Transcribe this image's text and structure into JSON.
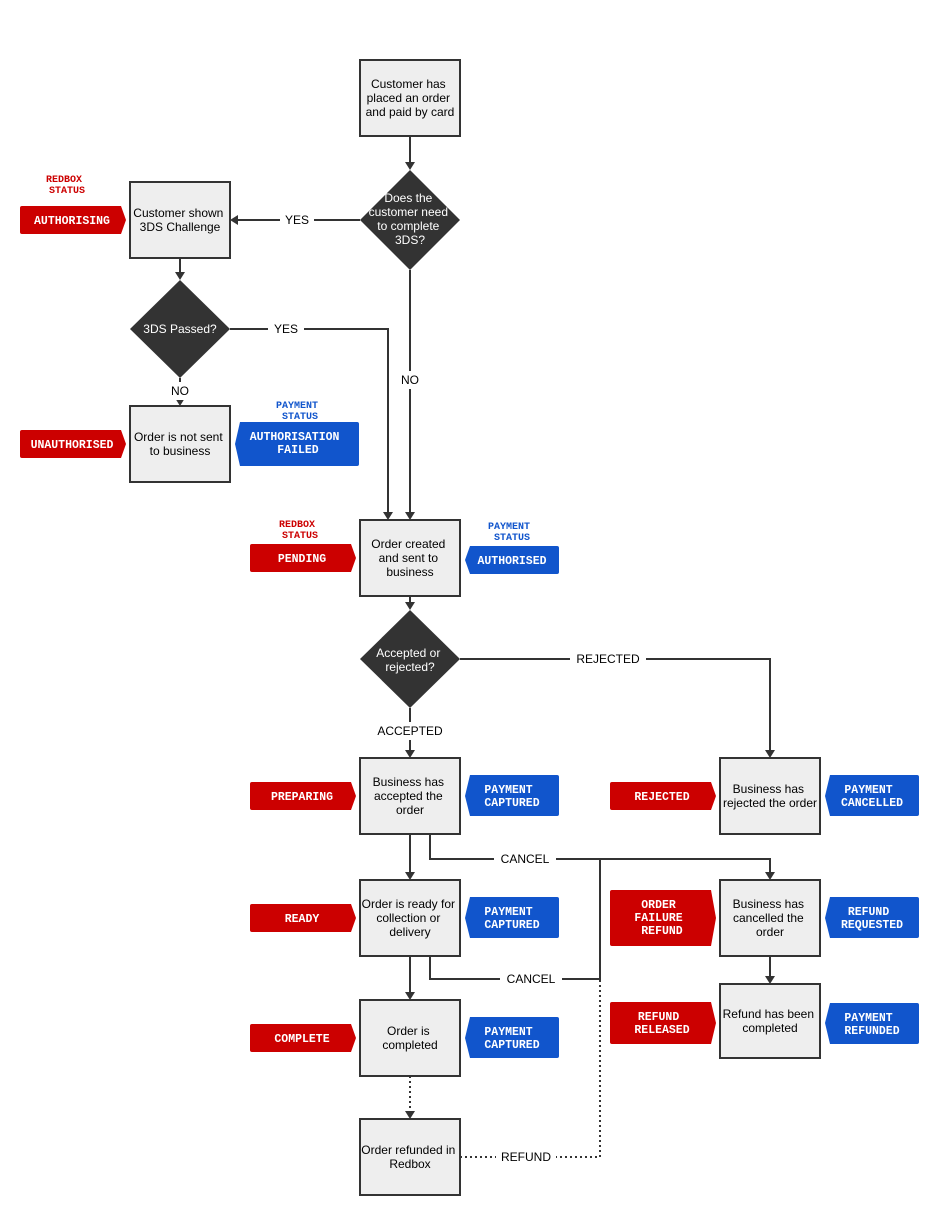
{
  "headers": {
    "redbox_status": [
      "REDBOX",
      "STATUS"
    ],
    "payment_status": [
      "PAYMENT",
      "STATUS"
    ]
  },
  "process_boxes": {
    "placed_order": [
      "Customer has",
      "placed an order",
      "and paid by card"
    ],
    "shown_3ds": [
      "Customer shown",
      "3DS Challenge"
    ],
    "not_sent": [
      "Order is not sent",
      "to business"
    ],
    "created_sent": [
      "Order created",
      "and sent to",
      "business"
    ],
    "accepted": [
      "Business has",
      "accepted the",
      "order"
    ],
    "rejected_order": [
      "Business has",
      "rejected the order"
    ],
    "ready": [
      "Order is ready for",
      "collection or",
      "delivery"
    ],
    "cancelled_order": [
      "Business has",
      "cancelled the",
      "order"
    ],
    "completed": [
      "Order is",
      "completed"
    ],
    "refund_completed": [
      "Refund has been",
      "completed"
    ],
    "refunded_redbox": [
      "Order refunded in",
      "Redbox"
    ]
  },
  "decisions": {
    "need_3ds": [
      "Does the",
      "customer need",
      "to complete",
      "3DS?"
    ],
    "passed_3ds": [
      "3DS Passed?"
    ],
    "accept_reject": [
      "Accepted or",
      "rejected?"
    ]
  },
  "edge_labels": {
    "yes_3ds": "YES",
    "no_3ds": "NO",
    "yes_passed": "YES",
    "no_passed": "NO",
    "rejected": "REJECTED",
    "accepted": "ACCEPTED",
    "cancel_1": "CANCEL",
    "cancel_2": "CANCEL",
    "refund": "REFUND"
  },
  "redbox_tags": {
    "authorising": [
      "AUTHORISING"
    ],
    "unauthorised": [
      "UNAUTHORISED"
    ],
    "pending": [
      "PENDING"
    ],
    "preparing": [
      "PREPARING"
    ],
    "ready": [
      "READY"
    ],
    "complete": [
      "COMPLETE"
    ],
    "rejected": [
      "REJECTED"
    ],
    "order_failure_refund": [
      "ORDER",
      "FAILURE",
      "REFUND"
    ],
    "refund_released": [
      "REFUND",
      "RELEASED"
    ]
  },
  "payment_tags": {
    "authorisation_failed": [
      "AUTHORISATION",
      "FAILED"
    ],
    "authorised": [
      "AUTHORISED"
    ],
    "captured_1": [
      "PAYMENT",
      "CAPTURED"
    ],
    "captured_2": [
      "PAYMENT",
      "CAPTURED"
    ],
    "captured_3": [
      "PAYMENT",
      "CAPTURED"
    ],
    "cancelled": [
      "PAYMENT",
      "CANCELLED"
    ],
    "refund_requested": [
      "REFUND",
      "REQUESTED"
    ],
    "refunded": [
      "PAYMENT",
      "REFUNDED"
    ]
  },
  "colors": {
    "redbox_tag": "#cc0000",
    "payment_tag": "#1155cc",
    "decision": "#333333",
    "box_fill": "#eeeeee"
  }
}
